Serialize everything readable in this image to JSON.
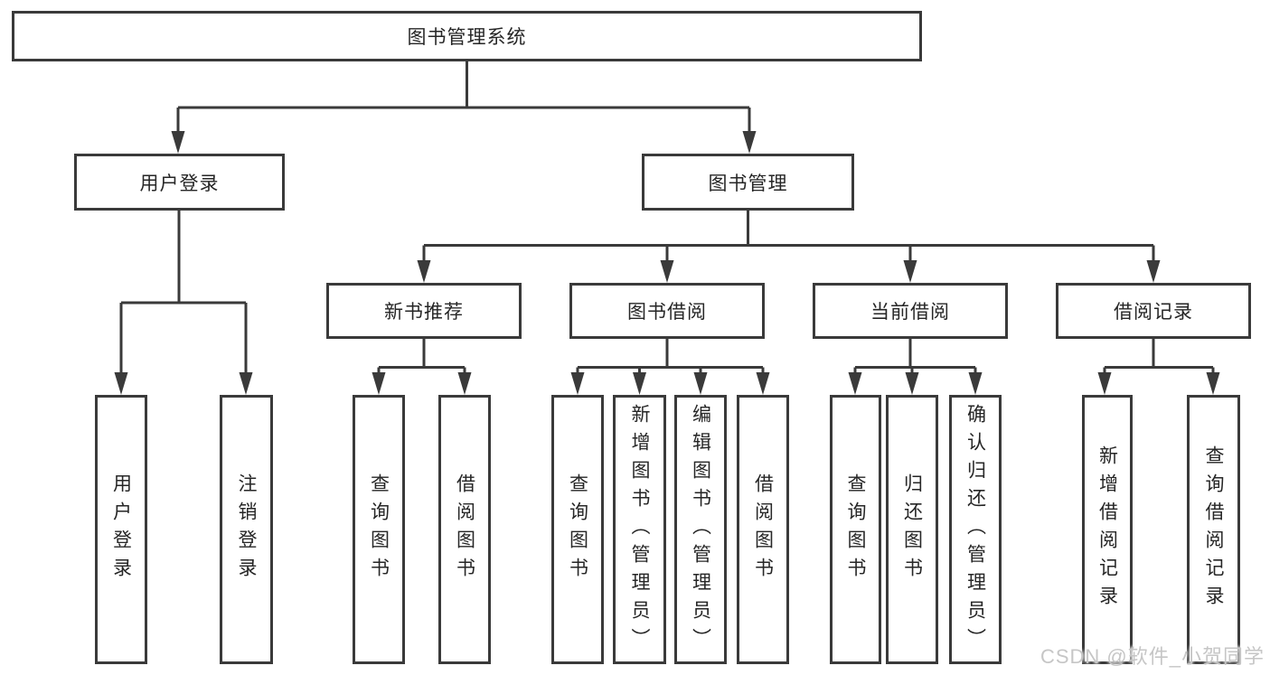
{
  "colors": {
    "line": "#3a3a3a",
    "box_border": "#3a3a3a",
    "box_fill": "#ffffff",
    "text": "#262626",
    "watermark": "#c6c6c6",
    "background": "#ffffff"
  },
  "watermark": "CSDN @软件_小贺同学",
  "tree": {
    "root": "图书管理系统",
    "children": [
      {
        "label": "用户登录",
        "children": [
          {
            "label": "用户登录"
          },
          {
            "label": "注销登录"
          }
        ]
      },
      {
        "label": "图书管理",
        "children": [
          {
            "label": "新书推荐",
            "children": [
              {
                "label": "查询图书"
              },
              {
                "label": "借阅图书"
              }
            ]
          },
          {
            "label": "图书借阅",
            "children": [
              {
                "label": "查询图书"
              },
              {
                "label": "新增图书（管理员）"
              },
              {
                "label": "编辑图书（管理员）"
              },
              {
                "label": "借阅图书"
              }
            ]
          },
          {
            "label": "当前借阅",
            "children": [
              {
                "label": "查询图书"
              },
              {
                "label": "归还图书"
              },
              {
                "label": "确认归还（管理员）"
              }
            ]
          },
          {
            "label": "借阅记录",
            "children": [
              {
                "label": "新增借阅记录"
              },
              {
                "label": "查询借阅记录"
              }
            ]
          }
        ]
      }
    ]
  }
}
